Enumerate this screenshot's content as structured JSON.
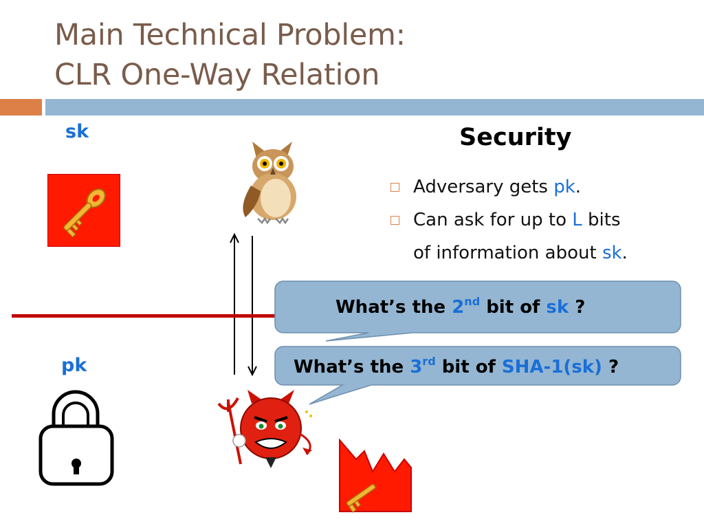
{
  "slide": {
    "title_line1": "Main Technical Problem:",
    "title_line2": "CLR One-Way Relation"
  },
  "labels": {
    "sk": "sk",
    "pk": "pk"
  },
  "security": {
    "heading": "Security",
    "bullet1_pre": "Adversary gets ",
    "bullet1_key": "pk",
    "bullet1_post": ".",
    "bullet2_pre": "Can ask for up to ",
    "bullet2_L": "L",
    "bullet2_mid": " bits",
    "bullet2_line2_pre": "of information about ",
    "bullet2_key": "sk",
    "bullet2_post": "."
  },
  "questions": {
    "q1_pre": "What’s the ",
    "q1_num": "2",
    "q1_sup": "nd",
    "q1_mid": " bit of ",
    "q1_target": "sk",
    "q1_end": "  ?",
    "q2_pre": "What’s the ",
    "q2_num": "3",
    "q2_sup": "rd",
    "q2_mid": " bit of ",
    "q2_target": "SHA-1(sk)",
    "q2_end": "  ?"
  },
  "icons": {
    "key": "golden-key-icon",
    "lock": "padlock-icon",
    "owl": "owl-icon",
    "devil": "devil-icon",
    "broken_key": "broken-key-icon",
    "bullet": "square-bullet-icon"
  },
  "colors": {
    "title": "#7a5c4b",
    "accent_orange": "#dd8047",
    "header_bar_blue": "#94b6d2",
    "highlight_blue": "#1a6fd6",
    "divider_red": "#c00000",
    "callout_fill": "#94b6d2",
    "key_background_red": "#ff0000"
  }
}
